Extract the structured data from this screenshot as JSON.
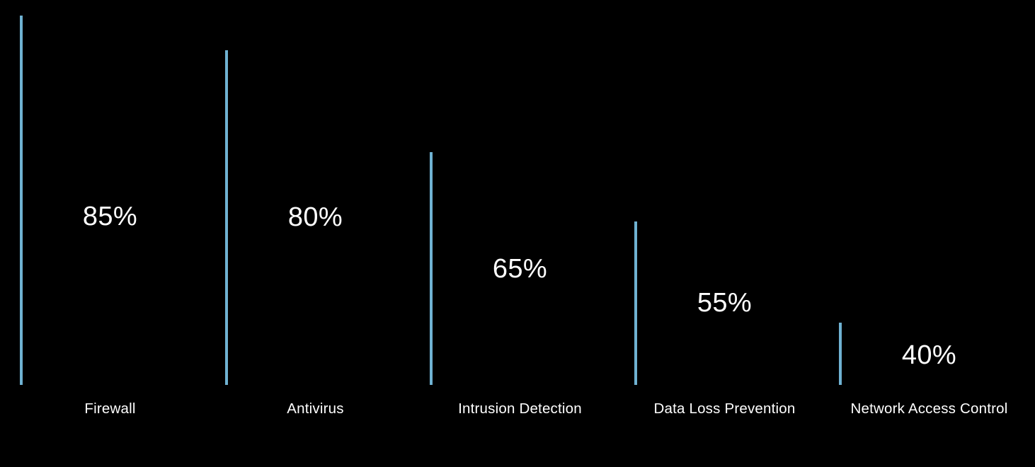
{
  "chart_data": {
    "type": "bar",
    "title": "",
    "subtitle": "",
    "xlabel": "",
    "ylabel": "",
    "ylim": [
      0,
      100
    ],
    "grid": false,
    "legend": null,
    "value_suffix": "%",
    "categories": [
      "Firewall",
      "Antivirus",
      "Intrusion Detection",
      "Data Loss Prevention",
      "Network Access Control"
    ],
    "values": [
      85,
      80,
      65,
      55,
      40
    ],
    "value_labels": [
      "85%",
      "80%",
      "65%",
      "55%",
      "40%"
    ],
    "bars": [
      {
        "label": "Firewall",
        "value": 85,
        "value_label": "85%"
      },
      {
        "label": "Antivirus",
        "value": 80,
        "value_label": "80%"
      },
      {
        "label": "Intrusion Detection",
        "value": 65,
        "value_label": "65%"
      },
      {
        "label": "Data Loss Prevention",
        "value": 55,
        "value_label": "55%"
      },
      {
        "label": "Network Access Control",
        "value": 40,
        "value_label": "40%"
      }
    ]
  },
  "style": {
    "background_color": "#000000",
    "bar_border_color": "#6fb2d2",
    "bar_fill_color": "#000000",
    "value_text_color": "#ffffff",
    "label_text_color": "#ffffff"
  }
}
